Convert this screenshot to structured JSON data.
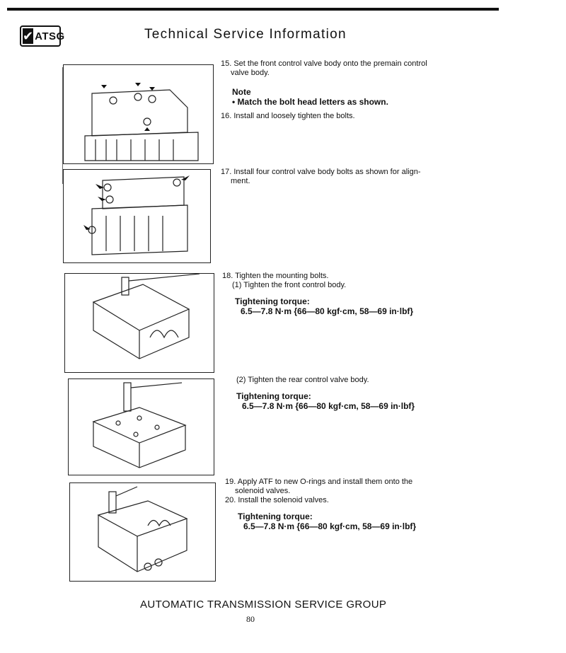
{
  "header": {
    "logo_text": "ATSG",
    "title": "Technical Service Information"
  },
  "steps": {
    "s15": {
      "line1": "15. Set the front control valve body onto the premain control",
      "line2": "valve body."
    },
    "note": {
      "label": "Note",
      "item": "• Match the bolt head letters as shown."
    },
    "s16": "16. Install and loosely tighten the bolts.",
    "s17": {
      "line1": "17. Install four control valve body bolts as shown for align-",
      "line2": "ment."
    },
    "s18": {
      "line1": "18. Tighten the mounting bolts.",
      "line2": "(1) Tighten the front control body.",
      "torque_label": "Tightening torque:",
      "torque_value": "6.5—7.8 N·m {66—80 kgf·cm, 58—69 in·lbf}"
    },
    "s18b": {
      "line1": "(2) Tighten the rear control valve body.",
      "torque_label": "Tightening torque:",
      "torque_value": "6.5—7.8 N·m {66—80 kgf·cm, 58—69 in·lbf}"
    },
    "s19": {
      "line1": "19. Apply ATF to new O-rings and install them onto the",
      "line2": "solenoid valves."
    },
    "s20": {
      "line1": "20. Install the solenoid valves.",
      "torque_label": "Tightening torque:",
      "torque_value": "6.5—7.8 N·m {66—80 kgf·cm, 58—69 in·lbf}"
    }
  },
  "footer": {
    "org": "AUTOMATIC TRANSMISSION SERVICE GROUP",
    "page": "80"
  }
}
